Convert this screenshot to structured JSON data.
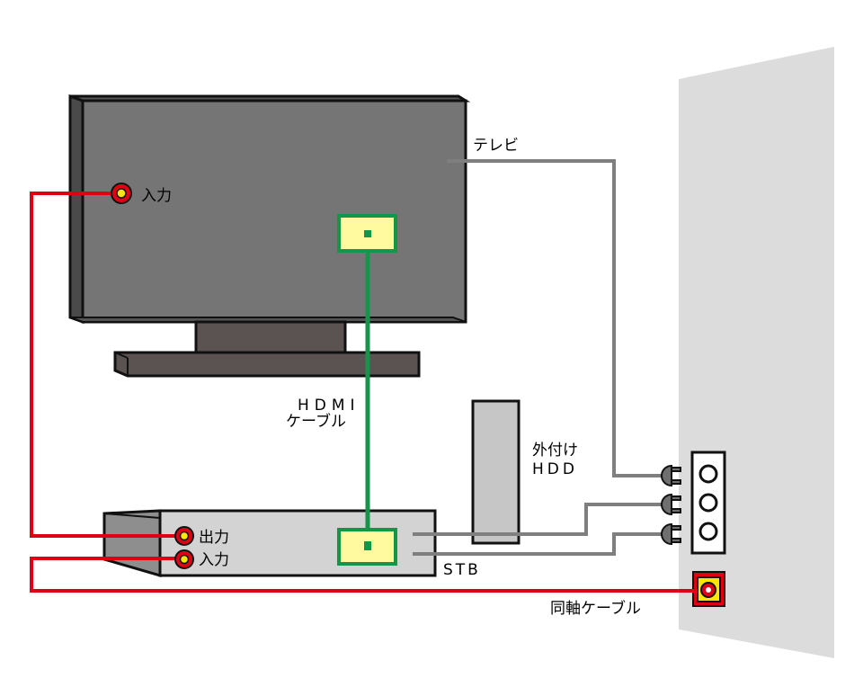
{
  "labels": {
    "tv_input": "入力",
    "tv_antenna": "テレビ",
    "hdmi_line1": "HDMI",
    "hdmi_line2": "ケーブル",
    "hdd_line1": "外付け",
    "hdd_line2": "HDD",
    "stb_output": "出力",
    "stb_input": "入力",
    "stb_name": "STB",
    "coax": "同軸ケーブル"
  },
  "colors": {
    "tv_panel": "#757575",
    "tv_stand": "#5b5252",
    "stb_body": "#d3d3d3",
    "hdd_body": "#c6c6c6",
    "wall": "#dcdcdc",
    "red_cable": "#e00015",
    "green_cable": "#13964a",
    "gray_cable": "#7f7f7f",
    "hdmi_port": "#fffaa0",
    "coax_port": "#ffe600"
  }
}
